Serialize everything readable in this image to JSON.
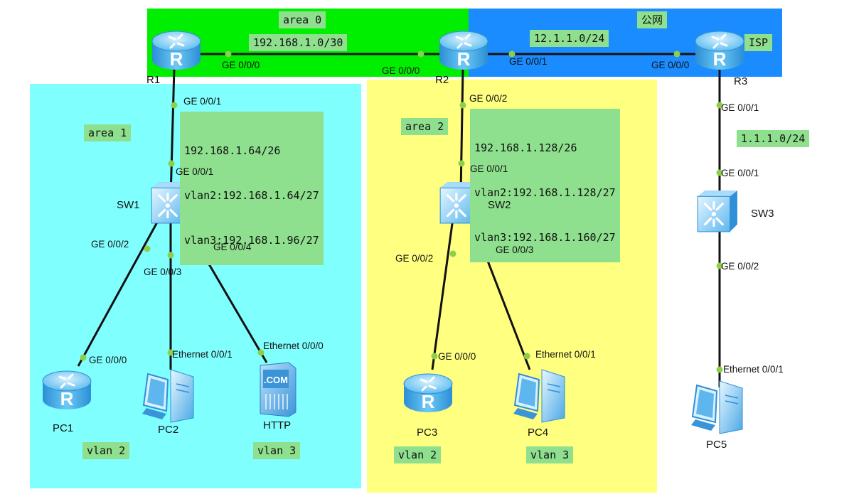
{
  "areas": {
    "area0": "area 0",
    "public": "公网",
    "area1": "area 1",
    "area2": "area 2"
  },
  "subnets": {
    "r1_r2": "192.168.1.0/30",
    "r2_r3": "12.1.1.0/24",
    "isp": "ISP",
    "r1_lan": [
      "192.168.1.64/26",
      "vlan2:192.168.1.64/27",
      "vlan3:192.168.1.96/27"
    ],
    "r2_lan": [
      "192.168.1.128/26",
      "vlan2:192.168.1.128/27",
      "vlan3:192.168.1.160/27"
    ],
    "r3_lan": "1.1.1.0/24"
  },
  "devices": {
    "r1": "R1",
    "r2": "R2",
    "r3": "R3",
    "sw1": "SW1",
    "sw2": "SW2",
    "sw3": "SW3",
    "pc1": "PC1",
    "pc2": "PC2",
    "http": "HTTP",
    "pc3": "PC3",
    "pc4": "PC4",
    "pc5": "PC5"
  },
  "ports": {
    "r1_ge000": "GE 0/0/0",
    "r2_ge000": "GE 0/0/0",
    "r2_ge001": "GE 0/0/1",
    "r3_ge000": "GE 0/0/0",
    "r1_ge001": "GE 0/0/1",
    "sw1_ge001": "GE 0/0/1",
    "sw1_ge002": "GE 0/0/2",
    "sw1_ge003": "GE 0/0/3",
    "sw1_ge004": "GE 0/0/4",
    "pc1_ge000": "GE 0/0/0",
    "pc2_eth001": "Ethernet 0/0/1",
    "http_eth000": "Ethernet 0/0/0",
    "r2_ge002": "GE 0/0/2",
    "sw2_ge001": "GE 0/0/1",
    "sw2_ge002": "GE 0/0/2",
    "sw2_ge003": "GE 0/0/3",
    "pc3_ge000": "GE 0/0/0",
    "pc4_eth001": "Ethernet 0/0/1",
    "r3_ge001": "GE 0/0/1",
    "sw3_ge001": "GE 0/0/1",
    "sw3_ge002": "GE 0/0/2",
    "pc5_eth001": "Ethernet 0/0/1"
  },
  "vlans": {
    "pc1": "vlan 2",
    "http": "vlan 3",
    "pc3": "vlan 2",
    "pc4": "vlan 3"
  },
  "colors": {
    "area0": "#00ee00",
    "public": "#1a8cff",
    "area1": "#80ffff",
    "area2": "#ffff80",
    "note": "#8ee08e",
    "link": "#111111",
    "port_dot": "#8cd04a",
    "device": "#3aa7e8"
  },
  "icons": {
    "router": "router-icon",
    "switch": "switch-icon",
    "pc": "pc-icon",
    "server": "web-server-icon"
  }
}
